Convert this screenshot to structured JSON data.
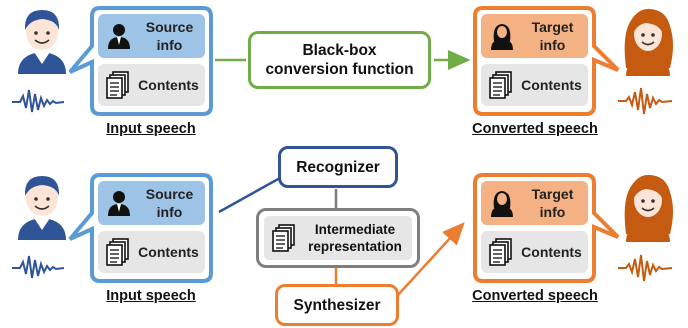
{
  "top_row": {
    "input": {
      "info_label": "Source\ninfo",
      "contents_label": "Contents",
      "caption": "Input speech"
    },
    "converter": {
      "label": "Black-box\nconversion function"
    },
    "output": {
      "info_label": "Target\ninfo",
      "contents_label": "Contents",
      "caption": "Converted speech"
    }
  },
  "bottom_row": {
    "input": {
      "info_label": "Source\ninfo",
      "contents_label": "Contents",
      "caption": "Input speech"
    },
    "recognizer": {
      "label": "Recognizer"
    },
    "intermediate": {
      "label": "Intermediate\nrepresentation"
    },
    "synthesizer": {
      "label": "Synthesizer"
    },
    "output": {
      "info_label": "Target\ninfo",
      "contents_label": "Contents",
      "caption": "Converted speech"
    }
  },
  "colors": {
    "source_border": "#5B9BD5",
    "source_info_fill": "#9DC3E6",
    "target_border": "#ED7D31",
    "target_info_fill": "#F4B183",
    "contents_fill": "#E7E6E6",
    "converter_border": "#70AD47",
    "recognizer_border": "#2F5597",
    "intermediate_border": "#7F7F7F",
    "synthesizer_border": "#ED7D31",
    "male_waveform": "#2F5597",
    "female_waveform": "#C55A11"
  },
  "icons": [
    "male-avatar-icon",
    "female-avatar-icon",
    "male-user-icon",
    "female-user-icon",
    "documents-icon",
    "waveform-icon",
    "arrow-icon"
  ]
}
